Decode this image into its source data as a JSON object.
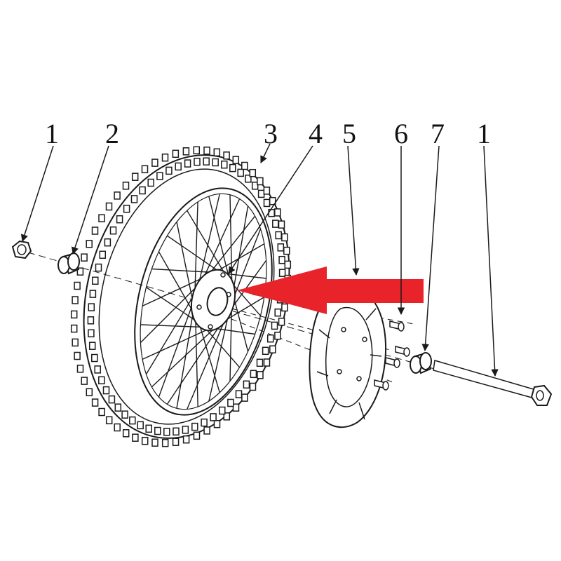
{
  "diagram": {
    "kind": "exploded parts view",
    "callouts": [
      {
        "id": "c1a",
        "label": "1"
      },
      {
        "id": "c2",
        "label": "2"
      },
      {
        "id": "c3",
        "label": "3"
      },
      {
        "id": "c4",
        "label": "4"
      },
      {
        "id": "c5",
        "label": "5"
      },
      {
        "id": "c6",
        "label": "6"
      },
      {
        "id": "c7",
        "label": "7"
      },
      {
        "id": "c1b",
        "label": "1"
      }
    ],
    "colors": {
      "line": "#1a1a1a",
      "arrow": "#e8232a",
      "background": "#ffffff"
    }
  }
}
